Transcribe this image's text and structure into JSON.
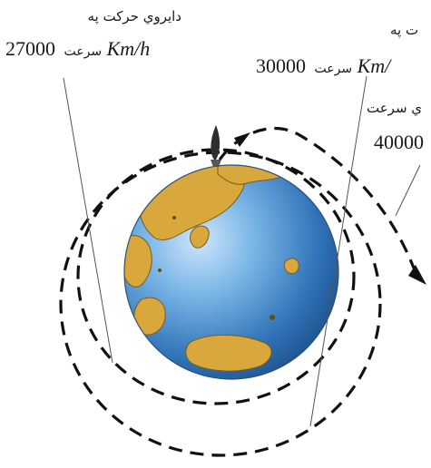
{
  "labels": {
    "orbit_circular": {
      "line1": "دايروي حرکت په",
      "speed": "27000",
      "unit": "Km/h",
      "word": "سرعت"
    },
    "orbit_elliptical": {
      "line1": "ت په",
      "speed": "30000",
      "unit": "Km/",
      "word": "سرعت"
    },
    "escape": {
      "line1": "ي سرعت",
      "speed": "40000"
    }
  },
  "colors": {
    "ocean": "#3d86c9",
    "land": "#d9a83c",
    "orbit_line": "#111111",
    "leader_line": "#555555"
  }
}
